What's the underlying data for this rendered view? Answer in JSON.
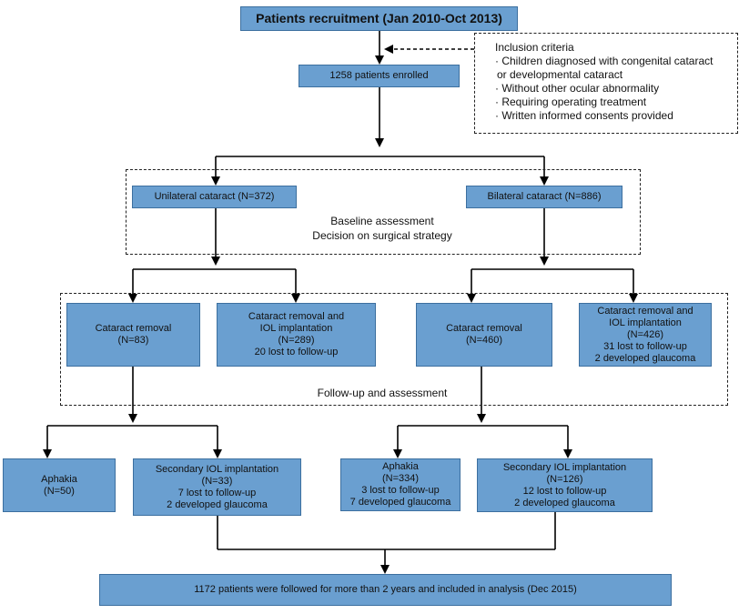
{
  "recruitment": "Patients recruitment (Jan 2010-Oct 2013)",
  "inclusion": {
    "title": "Inclusion criteria",
    "items": [
      "· Children diagnosed with congenital cataract",
      "or developmental cataract",
      "· Without other ocular abnormality",
      "· Requiring operating treatment",
      "· Written informed consents provided"
    ]
  },
  "enrolled": "1258 patients enrolled",
  "baseline": {
    "line1": "Baseline assessment",
    "line2": "Decision on surgical strategy"
  },
  "unilateral": "Unilateral cataract (N=372)",
  "bilateral": "Bilateral cataract (N=886)",
  "uni_removal": {
    "line1": "Cataract removal",
    "line2": "(N=83)"
  },
  "uni_iol": {
    "line1": "Cataract removal and",
    "line2": "IOL implantation",
    "line3": "(N=289)",
    "line4": "20 lost to follow-up"
  },
  "bi_removal": {
    "line1": "Cataract removal",
    "line2": "(N=460)"
  },
  "bi_iol": {
    "line1": "Cataract removal and",
    "line2": "IOL implantation",
    "line3": "(N=426)",
    "line4": "31 lost to follow-up",
    "line5": "2 developed glaucoma"
  },
  "followup": "Follow-up and assessment",
  "uni_aphakia": {
    "line1": "Aphakia",
    "line2": "(N=50)"
  },
  "uni_secondary": {
    "line1": "Secondary IOL implantation",
    "line2": "(N=33)",
    "line3": "7 lost to follow-up",
    "line4": "2 developed glaucoma"
  },
  "bi_aphakia": {
    "line1": "Aphakia",
    "line2": "(N=334)",
    "line3": "3 lost to follow-up",
    "line4": "7 developed glaucoma"
  },
  "bi_secondary": {
    "line1": "Secondary IOL implantation",
    "line2": "(N=126)",
    "line3": "12 lost to follow-up",
    "line4": "2 developed glaucoma"
  },
  "final": "1172 patients were followed for more than 2 years and included in analysis  (Dec 2015)",
  "colors": {
    "box_fill": "#6a9fd0",
    "box_border": "#3c6f9f",
    "lines": "#000000"
  }
}
